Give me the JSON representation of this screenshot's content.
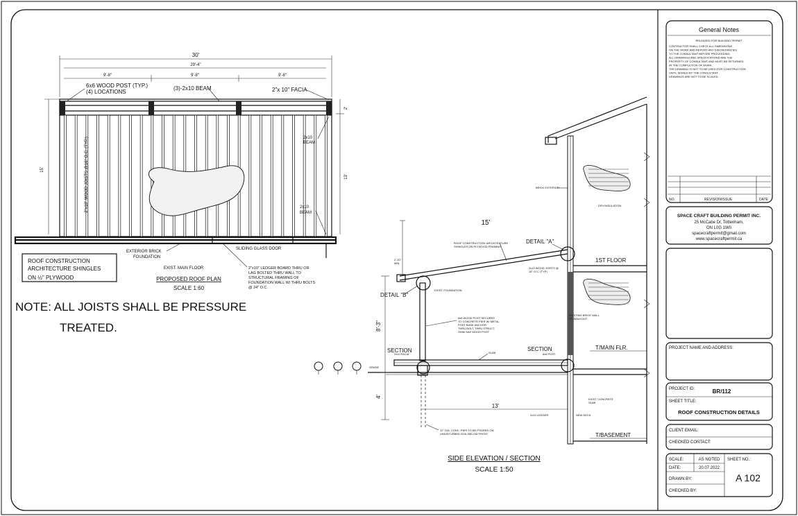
{
  "roof_plan": {
    "dim_overall": "30'",
    "dim_inner": "29'-4\"",
    "dim_span_1": "9'-8\"",
    "dim_span_2": "9'-8\"",
    "dim_span_3": "9'-8\"",
    "dim_depth": "15'",
    "dim_depth_right": "13'",
    "dim_fascia_depth": "2'",
    "post_label_1": "6x6 WOOD POST (TYP.)",
    "post_label_2": "(4) LOCATIONS",
    "beam_label": "(3)-2x10 BEAM",
    "fascia_label": "2\"x 10\" FACIA",
    "joist_label": "2\"x10\" WOOD JOISTS @16\" O.C. (TYP.)",
    "beam_right_1_a": "2x10",
    "beam_right_1_b": "BEAM",
    "beam_right_2_a": "2x10",
    "beam_right_2_b": "BEAM",
    "exterior_brick_1": "EXTERIOR BRICK",
    "exterior_brick_2": "FOUNDATION",
    "sliding_door": "SLIDING GLASS DOOR",
    "exist_floor": "EXIST. MAIN FLOOR",
    "ledger_1": "2\"x10\" LEDGER BOARD THRU OR",
    "ledger_2": "LAG BOLTED THRU WALL TO",
    "ledger_3": "STRUCTURAL FRAMING OF",
    "ledger_4": "FOUNDATION WALL W/ THRU BOLTS",
    "ledger_5": "@ 24\" O.C.",
    "title": "PROPOSED ROOF PLAN",
    "scale": "SCALE 1:60"
  },
  "roof_construction_box": {
    "line1": "ROOF CONSTRUCTION",
    "line2": "ARCHITECTURE SHINGLES",
    "line3": "ON ½\" PLYWOOD"
  },
  "note": {
    "line1": "NOTE: ALL JOISTS SHALL BE PRESSURE",
    "line2": "TREATED."
  },
  "section": {
    "dim_top": "15'",
    "dim_mid": "13'",
    "dim_height": "8'-3\"",
    "dim_below": "4'",
    "detail_a": "DETAIL \"A\"",
    "detail_b": "DETAIL \"B\"",
    "section_left": "SECTION",
    "section_right": "SECTION",
    "first_floor": "1ST FLOOR",
    "main_floor": "T/MAIN FLR.",
    "basement": "T/BASEMENT",
    "grade": "GRADE",
    "title": "SIDE ELEVATION / SECTION",
    "scale": "SCALE 1:50",
    "roof_note_1": "ROOF CONSTRUCTION: ARCHITECTURE",
    "roof_note_2": "SHINGLES ON PLYWOOD FRAMING",
    "joist_note_1": "2x10 WOOD JOISTS @",
    "joist_note_2": "16\" O.C. (TYP)",
    "brick_exterior": "BRICK EXTERIOR",
    "post_note_1": "6x6 WOOD POST SECURED",
    "post_note_2": "TO CONCRETE PIER W/ METAL",
    "post_note_3": "POST BASE ANCHOR",
    "post_note_4": "THRU BOLT, THRU STRUCT.",
    "post_note_5": "SHIM SAE WOOD POST",
    "wall_note_1": "EXISTING BRICK WALL",
    "wall_note_2": "TO WALKOUT",
    "slab_note": "SLAB",
    "conc_note_1": "EXIST. CONCRETE",
    "conc_note_2": "SLAB",
    "footing_note_1": "12\" DIA. CONC. PIER TO BE POURED ON",
    "footing_note_2": "UNDISTURBED SOIL BELOW FROST",
    "ledger_small": "2x10 LEDGER",
    "deck_small": "NEW DECK",
    "footing_right": "EXIST. FOUNDATION",
    "dim_small_1": "2'-10\"",
    "dim_small_2": "MIN",
    "fascia_small": "2x10 FACIA",
    "post_small": "6x6 POST",
    "insulation": "DRY/INSULATION"
  },
  "title_block": {
    "general_notes_title": "General Notes",
    "released": "RELEASED FOR BUILDING PERMIT",
    "notes": [
      "CONTRACTOR SHALL CHECK ALL DIMENSIONS",
      "ON THE WORK AND REPORT ANY DISCREPANCIES",
      "TO THE CONSULTANT BEFORE PROCEEDING.",
      "ALL DRAWINGS AND SPECIFICATIONS ARE THE",
      "PROPERTY OF CONSULTANT AND MUST BE RETURNED",
      "AT THE COMPLETION OF WORK.",
      "THE DRAWING IS NOT TO BE USED FOR CONSTRUCTION",
      "UNTIL SIGNED BY THE CONSULTANT.",
      "DRAWINGS ARE NOT TO BE SCALED."
    ],
    "rev_no": "NO.",
    "rev_issue": "REVISION/ISSUE",
    "rev_date": "DATE",
    "company_name": "SPACE CRAFT BUILDING PERMIT INC.",
    "company_address_1": "25 McCabe Dr, Tottenham,",
    "company_address_2": "ON L0G 1W0",
    "company_email": "spacecraftpermit@gmail.com",
    "company_web": "www.spacecraftpermit.ca",
    "project_name_label": "PROJECT NAME AND ADDRESS:",
    "project_id_label": "PROJECT ID:",
    "project_id": "BR/112",
    "sheet_title_label": "SHEET TITLE:",
    "sheet_title": "ROOF CONSTRUCTION DETAILS",
    "client_email_label": "CLIENT EMAIL:",
    "checked_contact_label": "CHECKED CONTACT:",
    "scale_label": "SCALE:",
    "scale_value": "AS NOTED",
    "sheet_no_label": "SHEET NO.:",
    "date_label": "DATE:",
    "date_value": "20.07.2022",
    "drawn_by_label": "DRAWN BY:",
    "checked_by_label": "CHECKED BY:",
    "sheet_no": "A 102"
  }
}
